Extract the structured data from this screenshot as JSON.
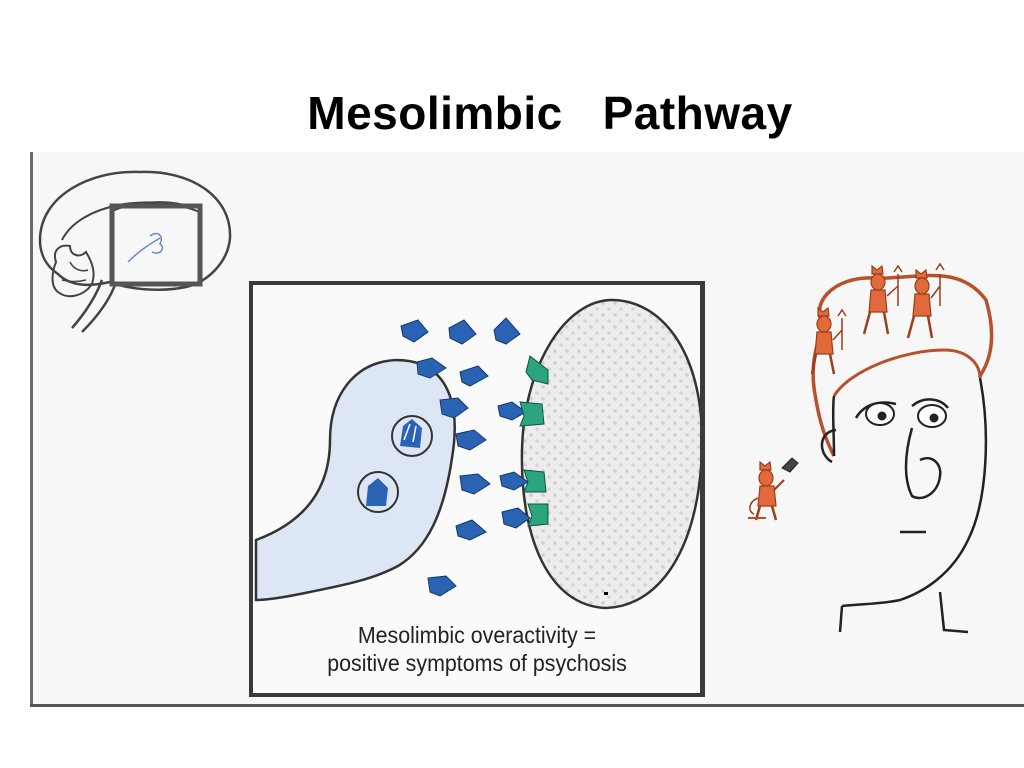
{
  "title": "Mesolimbic   Pathway",
  "caption_line1": "Mesolimbic overactivity =",
  "caption_line2": "positive symptoms of psychosis",
  "colors": {
    "presynaptic_fill": "#dde6f5",
    "dopamine_blue": "#2a63b4",
    "receptor_green": "#2aa57f",
    "postsynaptic_fill": "#e3e3e3",
    "devil_orange": "#e06a3a",
    "head_outline": "#b8512b"
  },
  "icons": [
    "brain-sagittal-icon",
    "devil-figure-icon",
    "worried-face-icon"
  ]
}
